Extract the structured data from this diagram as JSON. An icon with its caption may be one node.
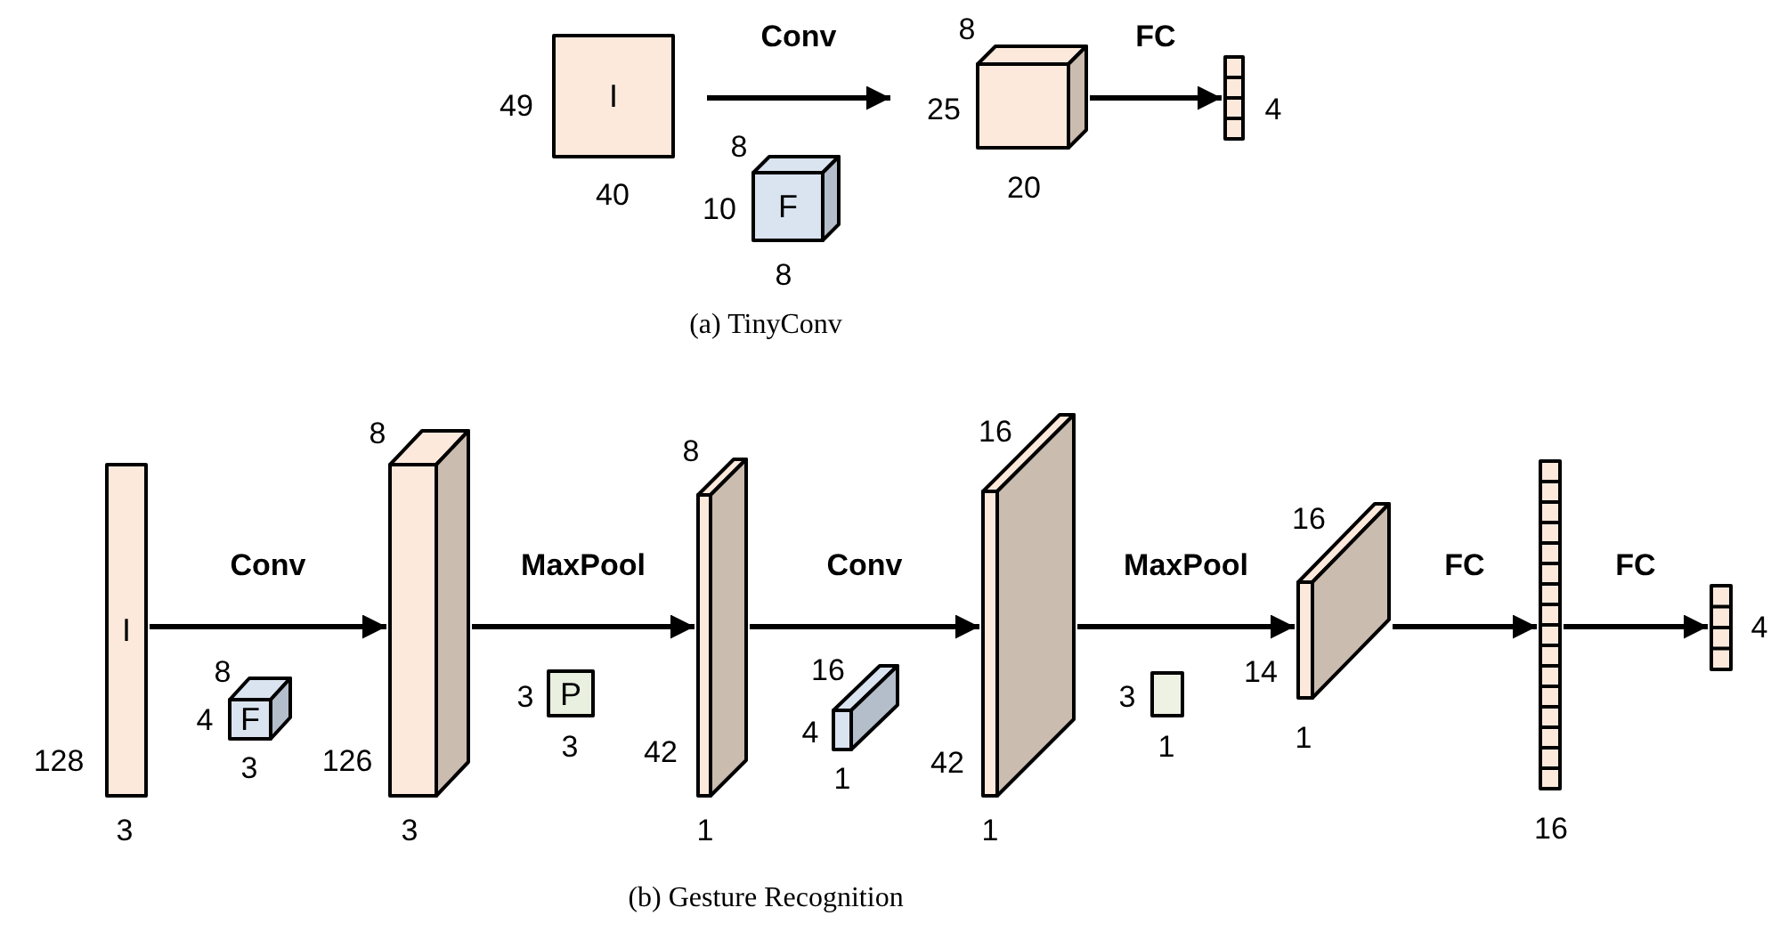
{
  "diagram": {
    "nodes": [
      {
        "text": [
          "I"
        ],
        "beside": [
          "49",
          "40"
        ]
      },
      {
        "text": [
          "F"
        ],
        "beside": [
          "8",
          "10",
          "8"
        ]
      },
      {
        "text": [],
        "shape": "box",
        "beside": [
          "8",
          "25",
          "20"
        ]
      },
      {
        "text": [],
        "shape": "bar",
        "beside": [
          "4"
        ]
      },
      {
        "text": [
          "I"
        ],
        "beside": [
          "128",
          "3"
        ]
      },
      {
        "text": [
          "F"
        ],
        "beside": [
          "8",
          "4",
          "3"
        ]
      },
      {
        "text": [],
        "shape": "box",
        "beside": [
          "8",
          "126",
          "3"
        ]
      },
      {
        "text": [
          "P"
        ],
        "beside": [
          "3",
          "3"
        ]
      },
      {
        "text": [],
        "shape": "box",
        "beside": [
          "8",
          "42",
          "1"
        ]
      },
      {
        "text": [],
        "shape": "box",
        "beside": [
          "16",
          "4",
          "1"
        ]
      },
      {
        "text": [],
        "shape": "box",
        "beside": [
          "16",
          "42",
          "1"
        ]
      },
      {
        "text": [],
        "shape": "box",
        "beside": [
          "3",
          "1"
        ]
      },
      {
        "text": [],
        "shape": "box",
        "beside": [
          "16",
          "14",
          "1"
        ]
      },
      {
        "text": [],
        "shape": "bar",
        "beside": [
          "16"
        ]
      },
      {
        "text": [],
        "shape": "bar",
        "beside": [
          "4"
        ]
      }
    ],
    "edges": [
      {
        "from": 0,
        "to": 2,
        "arrow": "to",
        "label": "Conv"
      },
      {
        "from": 2,
        "to": 3,
        "arrow": "to",
        "label": "FC"
      },
      {
        "from": 4,
        "to": 6,
        "arrow": "to",
        "label": "Conv"
      },
      {
        "from": 6,
        "to": 8,
        "arrow": "to",
        "label": "MaxPool"
      },
      {
        "from": 8,
        "to": 10,
        "arrow": "to",
        "label": "Conv"
      },
      {
        "from": 10,
        "to": 12,
        "arrow": "to",
        "label": "MaxPool"
      },
      {
        "from": 12,
        "to": 13,
        "arrow": "to",
        "label": "FC"
      },
      {
        "from": 13,
        "to": 14,
        "arrow": "to",
        "label": "FC"
      }
    ],
    "labels": [
      "(a) TinyConv",
      "(b) Gesture Recognition"
    ]
  }
}
